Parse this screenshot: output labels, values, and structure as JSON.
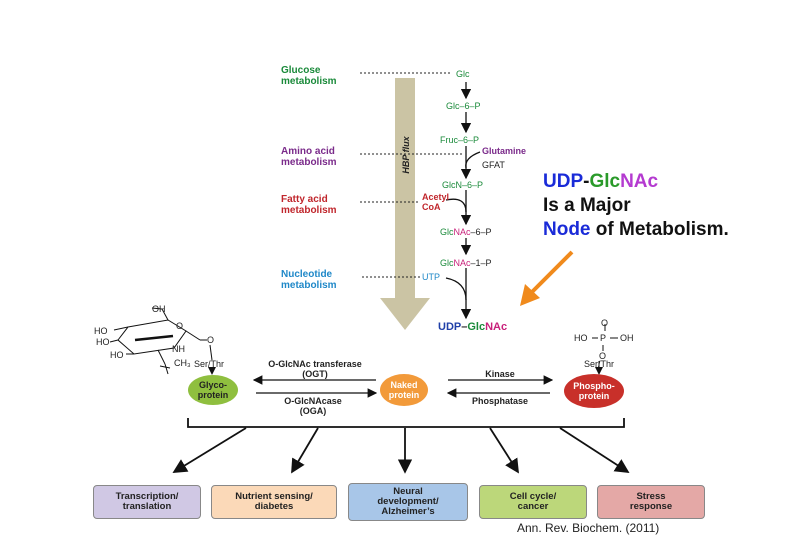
{
  "left_labels": {
    "glucose": [
      "Glucose",
      "metabolism"
    ],
    "amino": [
      "Amino acid",
      "metabolism"
    ],
    "fatty": [
      "Fatty acid",
      "metabolism"
    ],
    "nucleotide": [
      "Nucleotide",
      "metabolism"
    ]
  },
  "flux_label": "HBP flux",
  "pathway": {
    "glc": "Glc",
    "glc6p": "Glc–6–P",
    "fruc6p": "Fruc–6–P",
    "glutamine": "Glutamine",
    "gfat": "GFAT",
    "glcn6p": "GlcN–6–P",
    "acetyl": [
      "Acetyl",
      "CoA"
    ],
    "glcnac6p": [
      "Glc",
      "NAc",
      "–6–P"
    ],
    "glcnac1p": [
      "Glc",
      "NAc",
      "–1–P"
    ],
    "utp": "UTP",
    "udpglcnac": [
      "UDP",
      "–",
      "Glc",
      "NAc"
    ]
  },
  "headline": {
    "line1": [
      "UDP",
      "-",
      "Glc",
      "NAc"
    ],
    "line2": "Is a Major",
    "line3": [
      "Node",
      " of Metabolism."
    ]
  },
  "cycle": {
    "ogt": [
      "O-GlcNAc transferase",
      "(OGT)"
    ],
    "oga": [
      "O-GlcNAcase",
      "(OGA)"
    ],
    "kinase": "Kinase",
    "phosphatase": "Phosphatase",
    "glycoprotein": [
      "Glyco-",
      "protein"
    ],
    "naked": [
      "Naked",
      "protein"
    ],
    "phospho": [
      "Phospho-",
      "protein"
    ]
  },
  "chem": {
    "ho1": "HO",
    "ho2": "HO",
    "ho3": "HO",
    "oh": "OH",
    "o1": "O",
    "o2": "O",
    "nh": "NH",
    "ch3": "CH₃",
    "ser_thr_left": "Ser/Thr",
    "p_ho": "HO",
    "p_p": "P",
    "p_oh": "OH",
    "p_o_top": "O",
    "p_o_bot": "O",
    "ser_thr_right": "Ser/Thr"
  },
  "outcomes": [
    [
      "Transcription/",
      "translation"
    ],
    [
      "Nutrient sensing/",
      "diabetes"
    ],
    [
      "Neural",
      "development/",
      "Alzheimer’s"
    ],
    [
      "Cell cycle/",
      "cancer"
    ],
    [
      "Stress",
      "response"
    ]
  ],
  "citation": "Ann. Rev. Biochem. (2011)",
  "colors": {
    "glucose": "#1a8a3a",
    "amino": "#7a2a8a",
    "fatty": "#c0262c",
    "nucleotide": "#1f88c8",
    "flux_arrow": "#cbc4a4",
    "orange_arrow": "#f08a1c",
    "glyco": "#8fbf3f",
    "naked": "#f29a3a",
    "phospho": "#c8302a"
  }
}
